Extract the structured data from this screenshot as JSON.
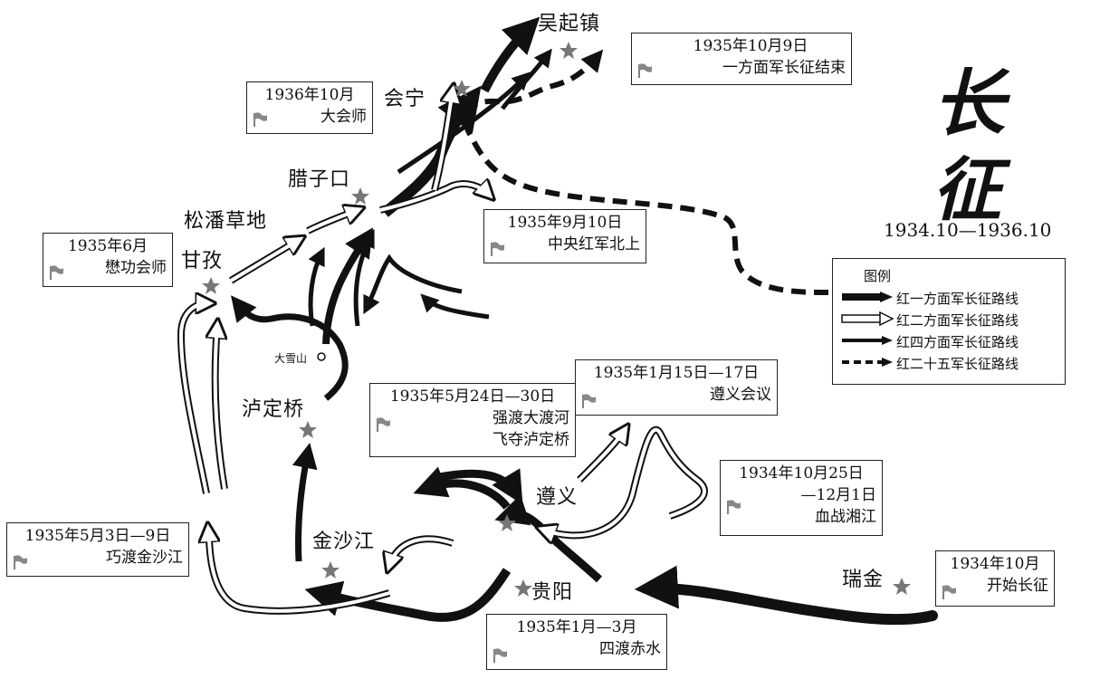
{
  "title": {
    "glyph1": "长",
    "glyph2": "征",
    "dates": "1934.10—1936.10"
  },
  "places": {
    "wuqizhen": "吴起镇",
    "huining": "会宁",
    "lazikou": "腊子口",
    "songpan": "松潘草地",
    "ganzi": "甘孜",
    "daxueshan": "大雪山",
    "ludingqiao": "泸定桥",
    "jinshajiang": "金沙江",
    "zunyi": "遵义",
    "guiyang": "贵阳",
    "ruijin": "瑞金"
  },
  "events": [
    {
      "line1": "1935年10月9日",
      "line2": "一方面军长征结束"
    },
    {
      "line1": "1936年10月",
      "line2": "大会师"
    },
    {
      "line1": "1935年9月10日",
      "line2": "中央红军北上"
    },
    {
      "line1": "1935年6月",
      "line2": "懋功会师"
    },
    {
      "line1": "1935年1月15日—17日",
      "line2": "遵义会议"
    },
    {
      "line1": "1935年5月24日—30日",
      "line2": "强渡大渡河",
      "line3": "飞夺泸定桥"
    },
    {
      "line1": "1934年10月25日",
      "line2": "—12月1日",
      "line3": "血战湘江"
    },
    {
      "line1": "1935年5月3日—9日",
      "line2": "巧渡金沙江"
    },
    {
      "line1": "1934年10月",
      "line2": "开始长征"
    },
    {
      "line1": "1935年1月—3月",
      "line2": "四渡赤水"
    }
  ],
  "legend": {
    "title": "图例",
    "items": [
      {
        "label": "红一方面军长征路线",
        "style": "thick-solid"
      },
      {
        "label": "红二方面军长征路线",
        "style": "hollow"
      },
      {
        "label": "红四方面军长征路线",
        "style": "thin-solid"
      },
      {
        "label": "红二十五军长征路线",
        "style": "dashed"
      }
    ]
  },
  "colors": {
    "ink": "#111111",
    "star": "#777777",
    "background": "#ffffff"
  }
}
